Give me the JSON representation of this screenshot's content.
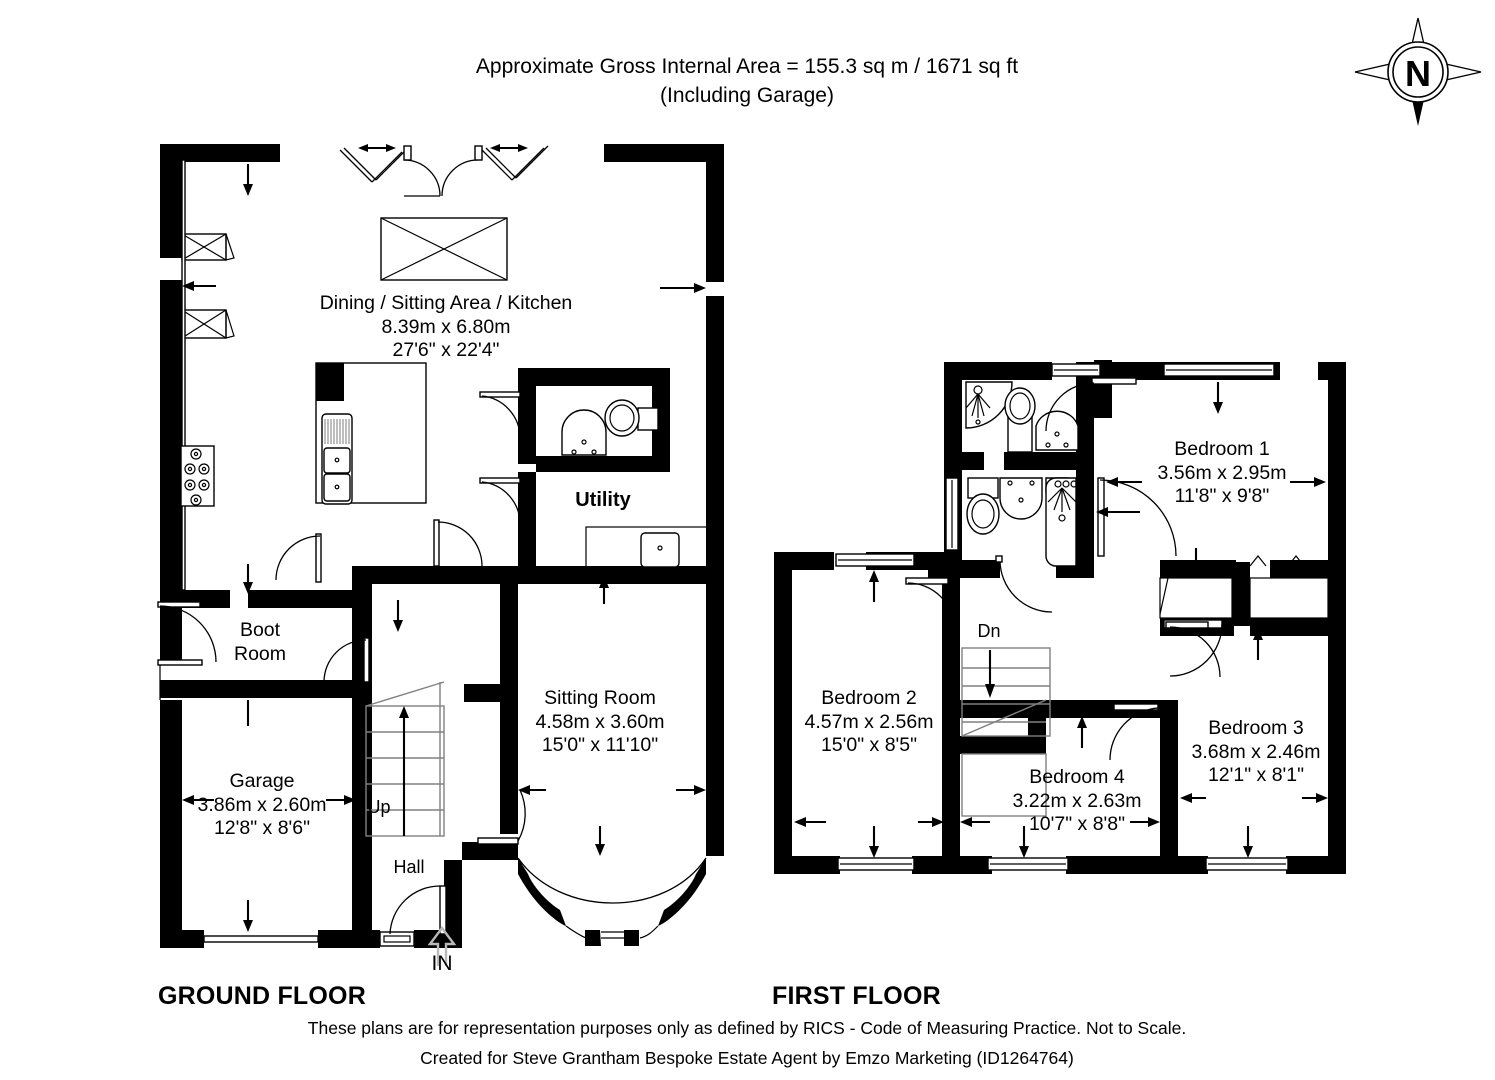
{
  "document": {
    "type": "floor-plan",
    "header": {
      "line1": "Approximate Gross Internal Area = 155.3 sq m / 1671 sq ft",
      "line2": "(Including Garage)"
    },
    "footer": {
      "ground_floor_title": "GROUND FLOOR",
      "first_floor_title": "FIRST FLOOR",
      "disclaimer": "These plans are for representation purposes only as defined by RICS - Code of Measuring Practice. Not to Scale.",
      "credit": "Created for Steve Grantham Bespoke Estate Agent by Emzo Marketing (ID1264764)"
    },
    "compass": {
      "label": "N",
      "name": "north-compass-rose"
    },
    "colors": {
      "wall": "#000000",
      "background": "#ffffff",
      "stair_line": "#808080",
      "entry_arrow": "#b9b9b9"
    }
  },
  "ground_floor": {
    "title": "GROUND FLOOR",
    "rooms": [
      {
        "name": "Dining / Sitting Area / Kitchen",
        "metric": "8.39m x 6.80m",
        "imperial": "27'6\" x 22'4\""
      },
      {
        "name": "Sitting Room",
        "metric": "4.58m x 3.60m",
        "imperial": "15'0\" x 11'10\""
      },
      {
        "name": "Garage",
        "metric": "3.86m x 2.60m",
        "imperial": "12'8\" x 8'6\""
      }
    ],
    "labels": {
      "utility": "Utility",
      "boot_room_line1": "Boot",
      "boot_room_line2": "Room",
      "hall": "Hall",
      "stairs_up": "Up",
      "stairs_dn": "Dn",
      "entrance": "IN"
    }
  },
  "first_floor": {
    "title": "FIRST FLOOR",
    "rooms": [
      {
        "name": "Bedroom 1",
        "metric": "3.56m x 2.95m",
        "imperial": "11'8\" x 9'8\""
      },
      {
        "name": "Bedroom 2",
        "metric": "4.57m x 2.56m",
        "imperial": "15'0\" x 8'5\""
      },
      {
        "name": "Bedroom 3",
        "metric": "3.68m x 2.46m",
        "imperial": "12'1\" x 8'1\""
      },
      {
        "name": "Bedroom 4",
        "metric": "3.22m x 2.63m",
        "imperial": "10'7\" x 8'8\""
      }
    ],
    "labels": {
      "stairs_dn": "Dn"
    }
  }
}
